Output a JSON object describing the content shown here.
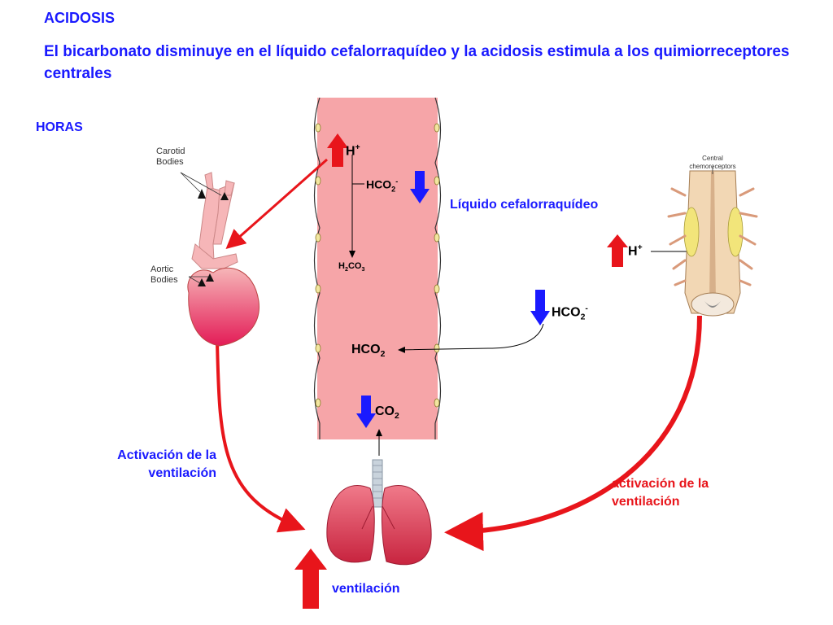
{
  "header": {
    "title": "ACIDOSIS",
    "subtitle": "El bicarbonato disminuye en el líquido cefalorraquídeo y la acidosis estimula a los quimiorreceptores centrales",
    "time_label": "HORAS"
  },
  "left_organ": {
    "carotid_label": "Carotid Bodies",
    "aortic_label": "Aortic Bodies"
  },
  "right_organ": {
    "label": "Central chemoreceptors"
  },
  "vessel": {
    "h_base": "H",
    "h_sup": "+",
    "hco2_base": "HCO",
    "hco2_sub": "2",
    "hco2_sup": "-",
    "h2co3_a": "H",
    "h2co3_sub1": "2",
    "h2co3_b": "CO",
    "h2co3_sub2": "3",
    "hco2_lower_base": "HCO",
    "hco2_lower_sub": "2",
    "co2_base": "CO",
    "co2_sub": "2"
  },
  "csf": {
    "label": "Líquido cefalorraquídeo",
    "h_base": "H",
    "h_sup": "+",
    "hco2_base": "HCO",
    "hco2_sub": "2",
    "hco2_sup": "-"
  },
  "labels": {
    "left_activation": "Activación de la ventilación",
    "right_activation": "activación de la ventilación",
    "ventilation": "ventilación"
  },
  "colors": {
    "blue_text": "#1a1aff",
    "red_text": "#e8151b",
    "vessel_fill": "#f6a5a8",
    "up_arrow": "#e8151b",
    "down_arrow": "#1a1aff"
  }
}
